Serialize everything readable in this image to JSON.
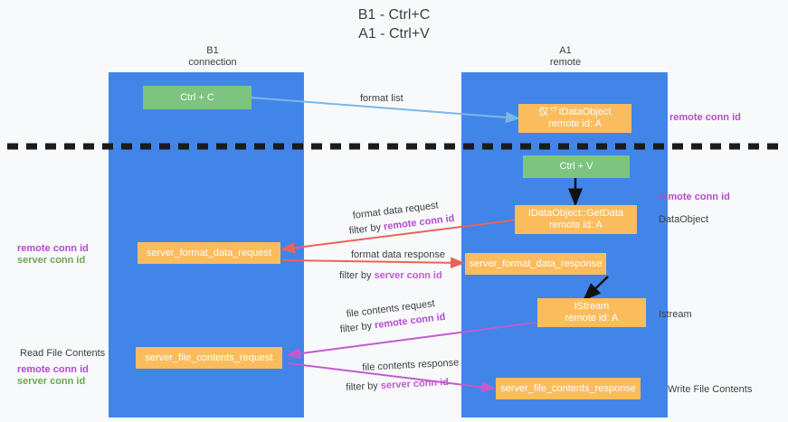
{
  "title": {
    "line1": "B1 - Ctrl+C",
    "line2": "A1 - Ctrl+V"
  },
  "lanes": [
    {
      "id": "b1",
      "head_line1": "B1",
      "head_line2": "connection",
      "color": "#4285e8"
    },
    {
      "id": "a1",
      "head_line1": "A1",
      "head_line2": "remote",
      "color": "#4285e8"
    }
  ],
  "colors": {
    "lane": "#4285e8",
    "orange": "#fbbc5e",
    "green": "#7cc47f",
    "purple": "#b44ad0",
    "legend_green": "#6aa84f",
    "magenta": "#c15ad0",
    "red_arrow": "#e8645a",
    "blue_arrow": "#7eb6e8",
    "divider": "#1b1b1b",
    "text": "#3c4043"
  },
  "boxes": {
    "ctrl_c": {
      "label": "Ctrl + C"
    },
    "idataobject": {
      "line1": "仅乊IDataObject",
      "line2": "remote id: A"
    },
    "ctrl_v": {
      "label": "Ctrl + V"
    },
    "getdata": {
      "line1": "IDataObject::GetData",
      "line2": "remote id: A"
    },
    "server_format_data_request": {
      "label": "server_format_data_request"
    },
    "server_format_data_response": {
      "label": "server_format_data_response"
    },
    "istream": {
      "line1": "IStream",
      "line2": "remote id: A"
    },
    "server_file_contents_request": {
      "label": "server_file_contents_request"
    },
    "server_file_contents_response": {
      "label": "server_file_contents_response"
    }
  },
  "edge_labels": {
    "format_list": "format list",
    "format_data_request": "format data request",
    "format_data_request_filter_prefix": "filter by ",
    "format_data_request_filter_key": "remote conn id",
    "format_data_response": "format data response",
    "format_data_response_filter_prefix": "filter by ",
    "format_data_response_filter_key": "server conn id",
    "file_contents_request": "file contents request",
    "file_contents_request_filter_prefix": "filter by ",
    "file_contents_request_filter_key": "remote conn id",
    "file_contents_response": "file contents response",
    "file_contents_response_filter_prefix": "filter by ",
    "file_contents_response_filter_key": "server conn id"
  },
  "annotations": {
    "right_remote_conn_id_top": "remote conn id",
    "right_remote_conn_id_mid": "remote conn id",
    "right_dataobject": "DataObject",
    "right_istream": "Istream",
    "right_write_file_contents": "Write File Contents",
    "left_remote_conn_id_mid": "remote conn id",
    "left_server_conn_id_mid": "server conn id",
    "left_read_file_contents": "Read File Contents",
    "left_remote_conn_id_bottom": "remote conn id",
    "left_server_conn_id_bottom": "server conn id"
  }
}
